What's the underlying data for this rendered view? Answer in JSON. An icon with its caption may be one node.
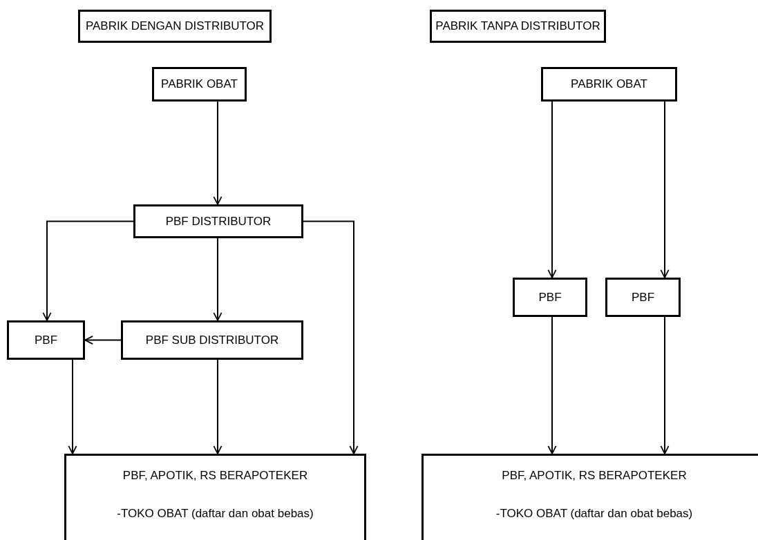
{
  "diagram": {
    "nodes": [
      {
        "text": [
          "PABRIK DENGAN DISTRIBUTOR"
        ]
      },
      {
        "text": [
          "PABRIK TANPA DISTRIBUTOR"
        ]
      },
      {
        "text": [
          "PABRIK OBAT"
        ]
      },
      {
        "text": [
          "PBF DISTRIBUTOR"
        ]
      },
      {
        "text": [
          "PBF"
        ]
      },
      {
        "text": [
          "PBF SUB DISTRIBUTOR"
        ]
      },
      {
        "text": [
          "PBF, APOTIK, RS BERAPOTEKER",
          "-TOKO OBAT (daftar dan obat bebas)"
        ]
      },
      {
        "text": [
          "PABRIK OBAT"
        ]
      },
      {
        "text": [
          "PBF"
        ]
      },
      {
        "text": [
          "PBF"
        ]
      },
      {
        "text": [
          "PBF, APOTIK, RS BERAPOTEKER",
          "-TOKO OBAT (daftar dan obat bebas)"
        ]
      }
    ],
    "edges": [
      {
        "from": 2,
        "to": 3,
        "arrow": "to"
      },
      {
        "from": 3,
        "to": 4,
        "arrow": "to"
      },
      {
        "from": 3,
        "to": 5,
        "arrow": "to"
      },
      {
        "from": 3,
        "to": 6,
        "arrow": "to"
      },
      {
        "from": 5,
        "to": 4,
        "arrow": "to"
      },
      {
        "from": 4,
        "to": 6,
        "arrow": "to"
      },
      {
        "from": 5,
        "to": 6,
        "arrow": "to"
      },
      {
        "from": 7,
        "to": 8,
        "arrow": "to"
      },
      {
        "from": 7,
        "to": 9,
        "arrow": "to"
      },
      {
        "from": 8,
        "to": 10,
        "arrow": "to"
      },
      {
        "from": 9,
        "to": 10,
        "arrow": "to"
      }
    ]
  }
}
